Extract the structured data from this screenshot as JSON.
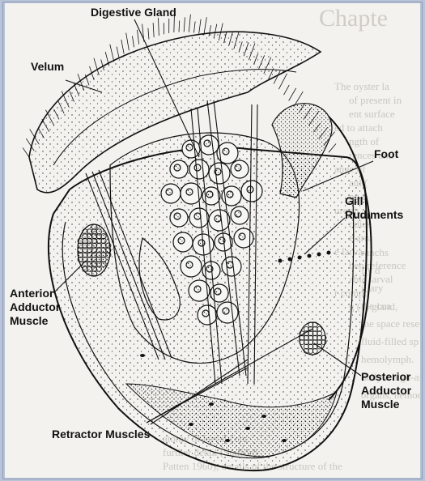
{
  "background_page": {
    "title_fragment": "Chapte",
    "lines": [
      "The oyster la",
      "of present in",
      "ent surface",
      "ed to attach",
      "ngth of",
      "rences and",
      "ange of",
      "aul (",
      "ng d",
      "uroph",
      "odies",
      "e arra",
      "e larva",
      "ben reference",
      "able larval",
      "r compo",
      "g (1)   gland,",
      "atomy of larval cont",
      "further detail (Stafford   ,   ",
      "Patten 1960), details of the structure of the",
      "ranchs",
      "ily d",
      "illary",
      "the coa",
      "the space rese",
      "fluid-filled sp",
      "hemolymph.",
      "daily a high-affinit",
      "organs, hemocytes"
    ]
  },
  "labels": {
    "digestive_gland": "Digestive Gland",
    "velum": "Velum",
    "foot": "Foot",
    "gill_line1": "Gill",
    "gill_line2": "Rudiments",
    "anterior_line1": "Anterior",
    "anterior_line2": "Adductor",
    "anterior_line3": "Muscle",
    "posterior_line1": "Posterior",
    "posterior_line2": "Adductor",
    "posterior_line3": "Muscle",
    "retractor": "Retractor Muscles"
  },
  "colors": {
    "page": "#f3f2ee",
    "outer": "#b9c3d8",
    "ink": "#111111",
    "shell_fill": "#e9e8e3"
  }
}
